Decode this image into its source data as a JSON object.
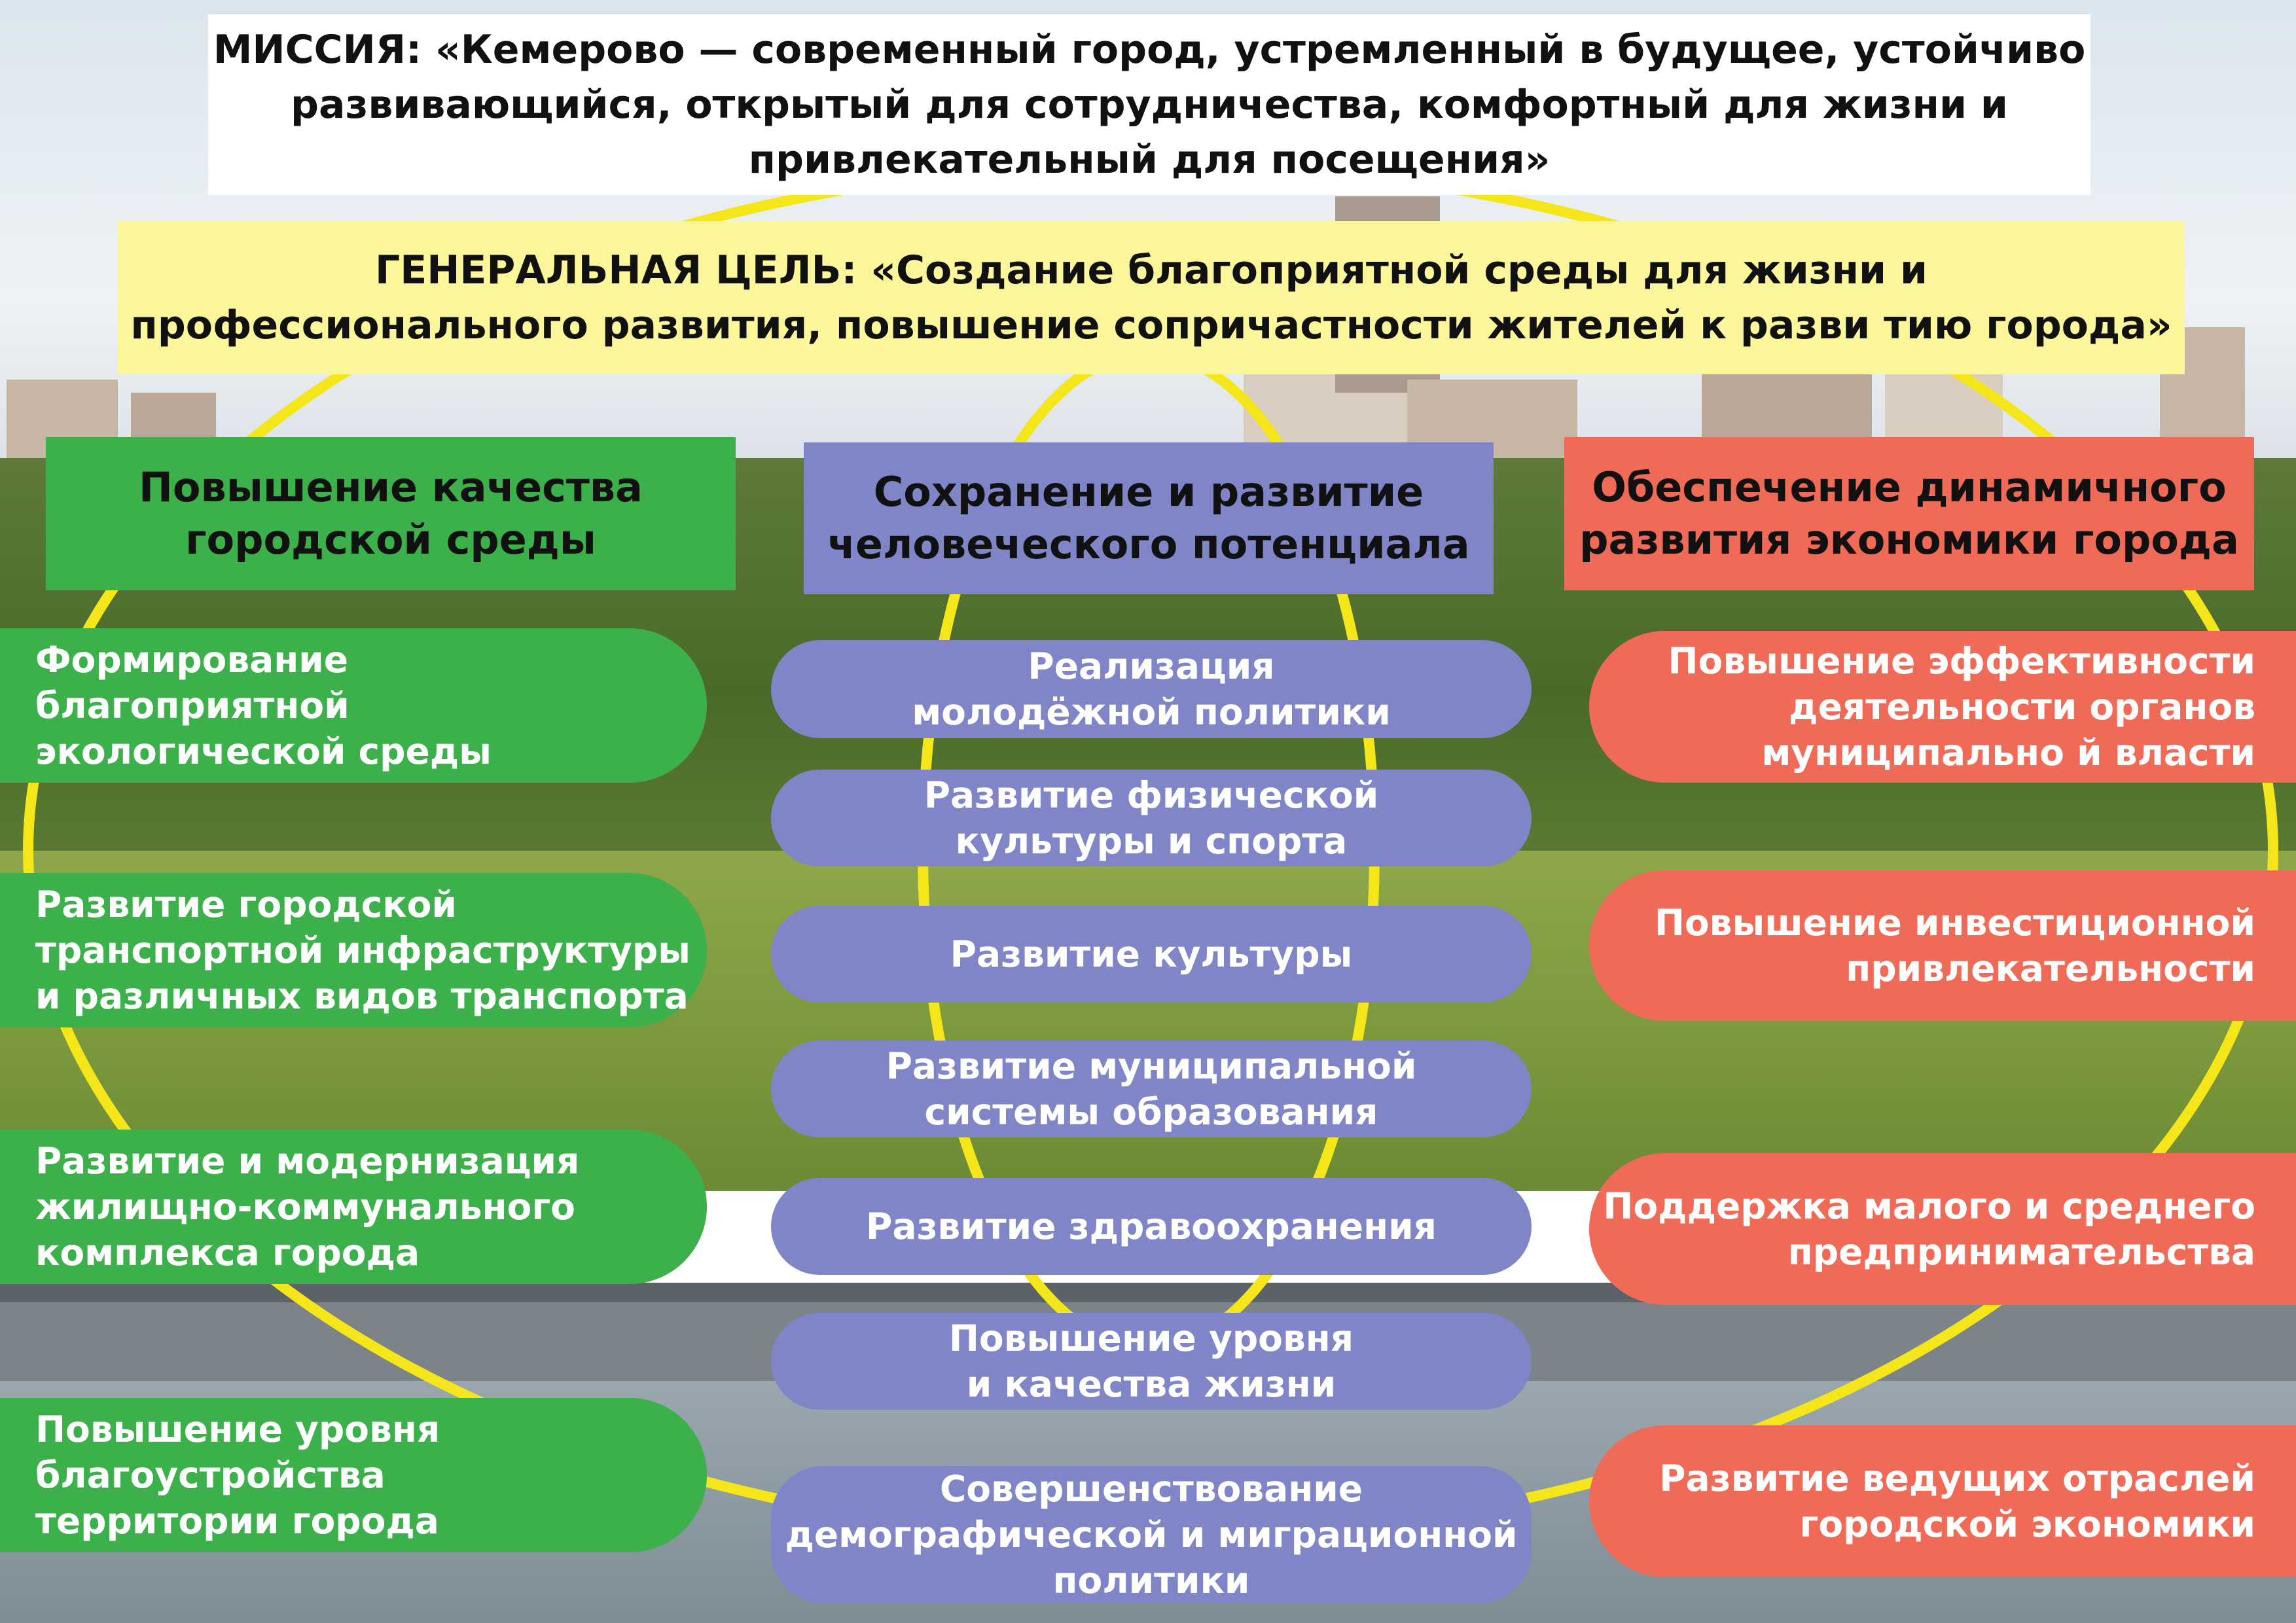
{
  "mission": "МИССИЯ: «Кемерово — современный город, устремленный в будущее, устойчиво\nразвивающийся, открытый для сотрудничества, комфортный для жизни и\nпривлекательный для посещения»",
  "general_goal": "ГЕНЕРАЛЬНАЯ ЦЕЛЬ: «Создание благоприятной среды для жизни и\nпрофессионального развития, повышение сопричастности жителей к разви тию города»",
  "colors": {
    "green": "#3cb04a",
    "blue": "#7f85c6",
    "red": "#ef6a57",
    "goal_yellow": "#fcf69a",
    "ring_yellow": "#f5e61a"
  },
  "columns": [
    {
      "title": "Повышение качества\nгородской среды",
      "items": [
        "Формирование\nблагоприятной\nэкологической среды",
        "Развитие городской\nтранспортной инфраструктуры\nи различных видов транспорта",
        "Развитие и модернизация\nжилищно-коммунального\nкомплекса города",
        "Повышение уровня\nблагоустройства\nтерритории города"
      ]
    },
    {
      "title": "Сохранение и развитие\nчеловеческого потенциала",
      "items": [
        "Реализация\nмолодёжной политики",
        "Развитие физической\nкультуры и спорта",
        "Развитие культуры",
        "Развитие муниципальной\nсистемы образования",
        "Развитие здравоохранения",
        "Повышение уровня\nи качества жизни",
        "Совершенствование\nдемографической и миграционной\nполитики"
      ]
    },
    {
      "title": "Обеспечение динамичного\nразвития экономики города",
      "items": [
        "Повышение эффективности\nдеятельности органов\nмуниципально й власти",
        "Повышение инвестиционной\nпривлекательности",
        "Поддержка малого и среднего\nпредпринимательства",
        "Развитие ведущих отраслей\nгородской экономики"
      ]
    }
  ]
}
